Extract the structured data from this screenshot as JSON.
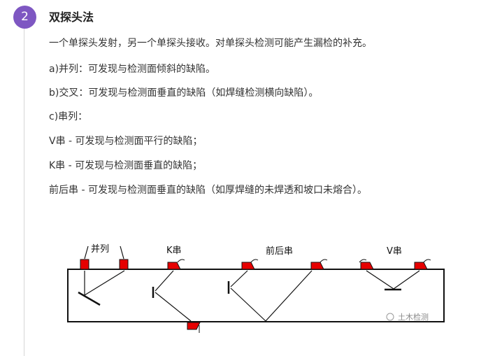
{
  "step": {
    "number": "2"
  },
  "section": {
    "title": "双探头法"
  },
  "paragraphs": [
    "一个单探头发射，另一个单探头接收。对单探头检测可能产生漏检的补充。",
    " a)并列：可发现与检测面倾斜的缺陷。",
    "b)交叉：可发现与检测面垂直的缺陷（如焊缝检测横向缺陷）。",
    "c)串列：",
    "V串 - 可发现与检测面平行的缺陷；",
    "K串 - 可发现与检测面垂直的缺陷；",
    "前后串 - 可发现与检测面垂直的缺陷（如厚焊缝的未焊透和坡口未熔合）。"
  ],
  "diagram": {
    "labels": {
      "parallel": "并列",
      "k_series": "K串",
      "front_back": "前后串",
      "v_series": "V串"
    },
    "watermark": "土木检测",
    "colors": {
      "probe": "#e60000",
      "line": "#111111"
    }
  }
}
